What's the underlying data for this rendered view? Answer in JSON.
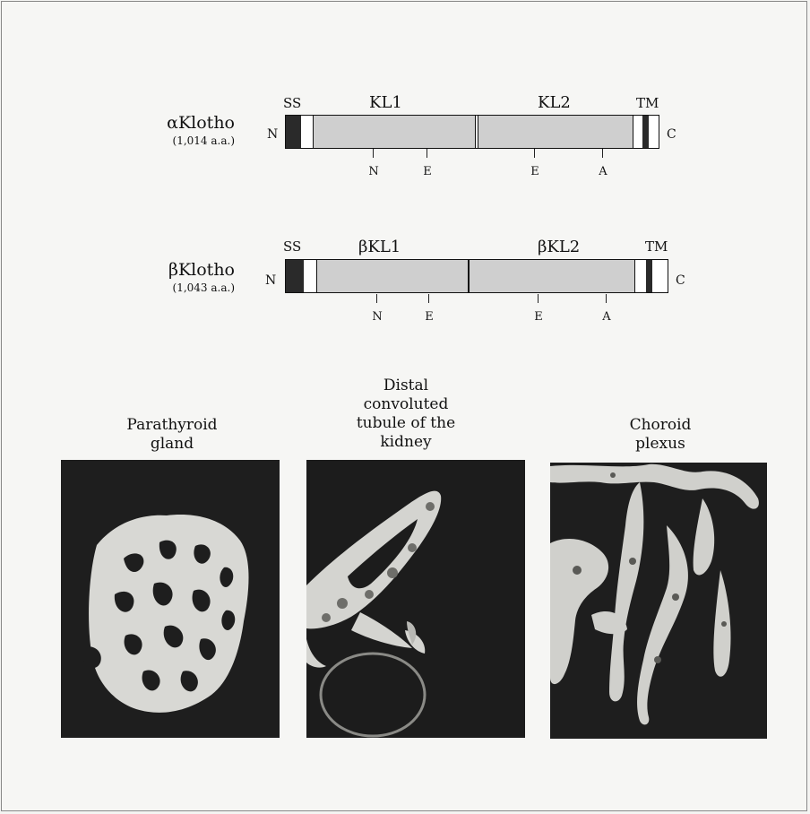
{
  "klotho_alpha": {
    "name": "αKlotho",
    "length": "(1,014 a.a.)",
    "n_term": "N",
    "c_term": "C",
    "ss": "SS",
    "tm": "TM",
    "domain1": "KL1",
    "domain2": "KL2",
    "sites": [
      "N",
      "E",
      "E",
      "A"
    ]
  },
  "klotho_beta": {
    "name": "βKlotho",
    "length": "(1,043 a.a.)",
    "n_term": "N",
    "c_term": "C",
    "ss": "SS",
    "tm": "TM",
    "domain1": "βKL1",
    "domain2": "βKL2",
    "sites": [
      "N",
      "E",
      "E",
      "A"
    ]
  },
  "panels": [
    {
      "caption": "Parathyroid\ngland"
    },
    {
      "caption": "Distal\nconvoluted\ntubule of the\nkidney"
    },
    {
      "caption": "Choroid\nplexus"
    }
  ],
  "colors": {
    "domain_fill": "#cfcfcf",
    "signal_fill": "#2a2a2a",
    "micrograph_bg": "#1f1f1f",
    "stain": "#d8d8d4"
  }
}
